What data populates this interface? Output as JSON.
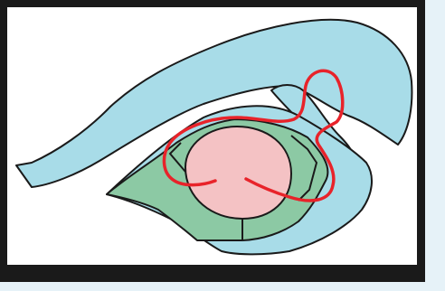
{
  "diagram": {
    "palette": {
      "background": "#e6f2f8",
      "frame": "#1a1a1a",
      "canvas": "#ffffff",
      "outline": "#1a1a1a",
      "blue_region": "#a8dce8",
      "green_region": "#8cc9a4",
      "pink_region": "#f4c2c4",
      "curve": "#e8232a"
    },
    "regions": [
      {
        "name": "upper-blue-region",
        "color_key": "blue_region"
      },
      {
        "name": "lower-blue-region",
        "color_key": "blue_region"
      },
      {
        "name": "green-region",
        "color_key": "green_region"
      },
      {
        "name": "pink-oval-region",
        "color_key": "pink_region"
      }
    ],
    "annotations": [
      {
        "name": "red-curve",
        "color_key": "curve"
      }
    ]
  }
}
